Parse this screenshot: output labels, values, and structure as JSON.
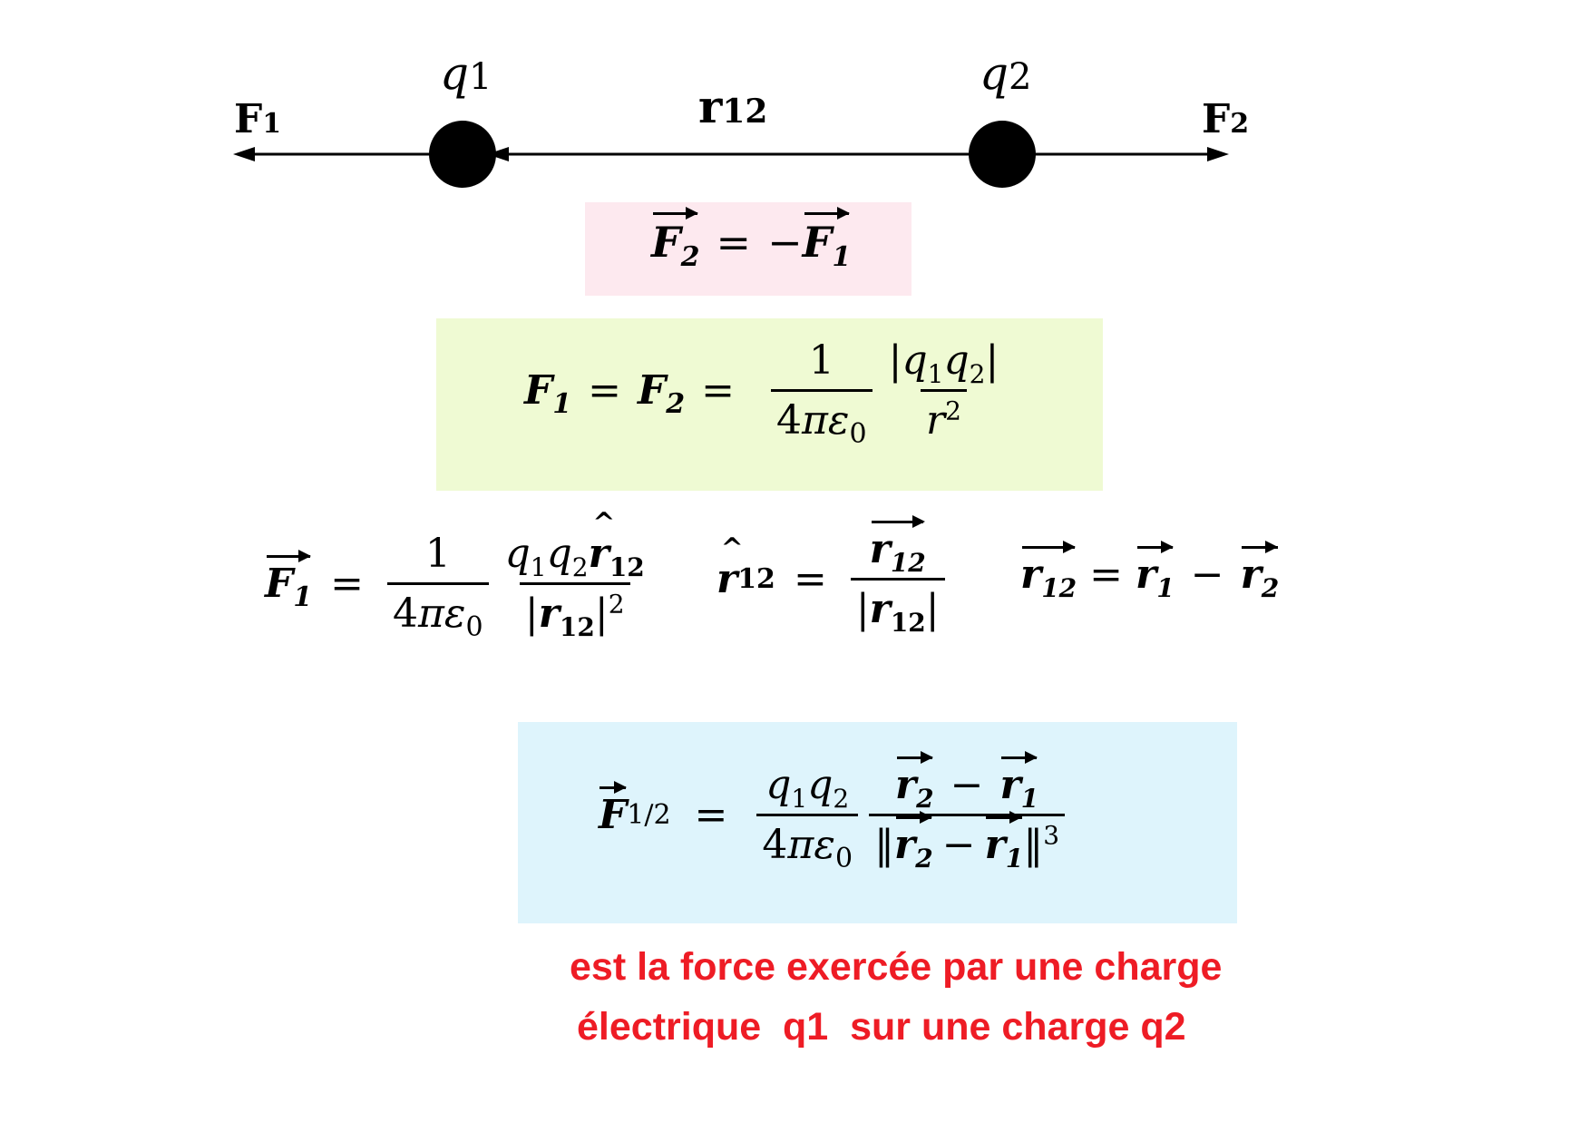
{
  "diagram": {
    "label_q1": "q",
    "label_q1_sub": "1",
    "label_q2": "q",
    "label_q2_sub": "2",
    "label_r12": "r",
    "label_r12_sub": "12",
    "label_F1": "F",
    "label_F1_sub": "1",
    "label_F2": "F",
    "label_F2_sub": "2"
  },
  "colors": {
    "pink_box": "#fde9ef",
    "green_box": "#effad3",
    "blue_box": "#def4fc",
    "caption": "#ee1c25"
  },
  "caption": {
    "line1": "est la force exercée par une charge",
    "line2": "électrique  q1  sur une charge q2"
  }
}
